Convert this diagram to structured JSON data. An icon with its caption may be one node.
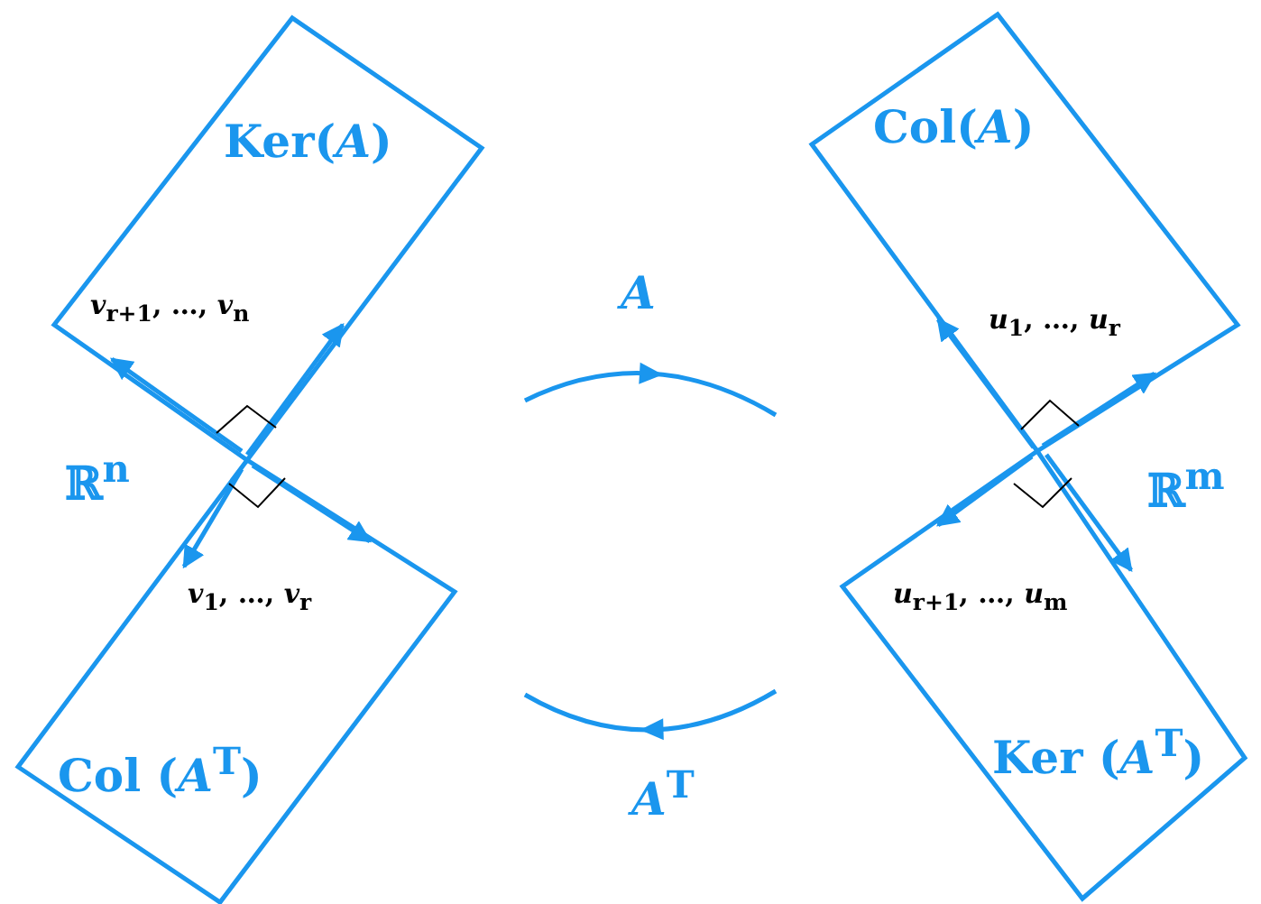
{
  "diagram": {
    "nodes": [
      {
        "text": [
          "Ker(*A*)",
          "*v*$_{r+1}$, …, *v*$_{n}$"
        ]
      },
      {
        "text": [
          "*v*$_{1}$, …, *v*$_{r}$",
          "Col (*A*$^{T}$)"
        ]
      },
      {
        "text": [
          "Col(*A*)",
          "*u*$_{1}$, …, *u*$_{r}$"
        ]
      },
      {
        "text": [
          "*u*$_{r+1}$, …, *u*$_{m}$",
          "Ker (*A*$^{T}$)"
        ]
      },
      {
        "text": [
          "ℝ$^{n}$"
        ]
      },
      {
        "text": [
          "ℝ$^{m}$"
        ]
      }
    ],
    "labels": [
      "*A*",
      "*A*$^{T}$"
    ]
  }
}
